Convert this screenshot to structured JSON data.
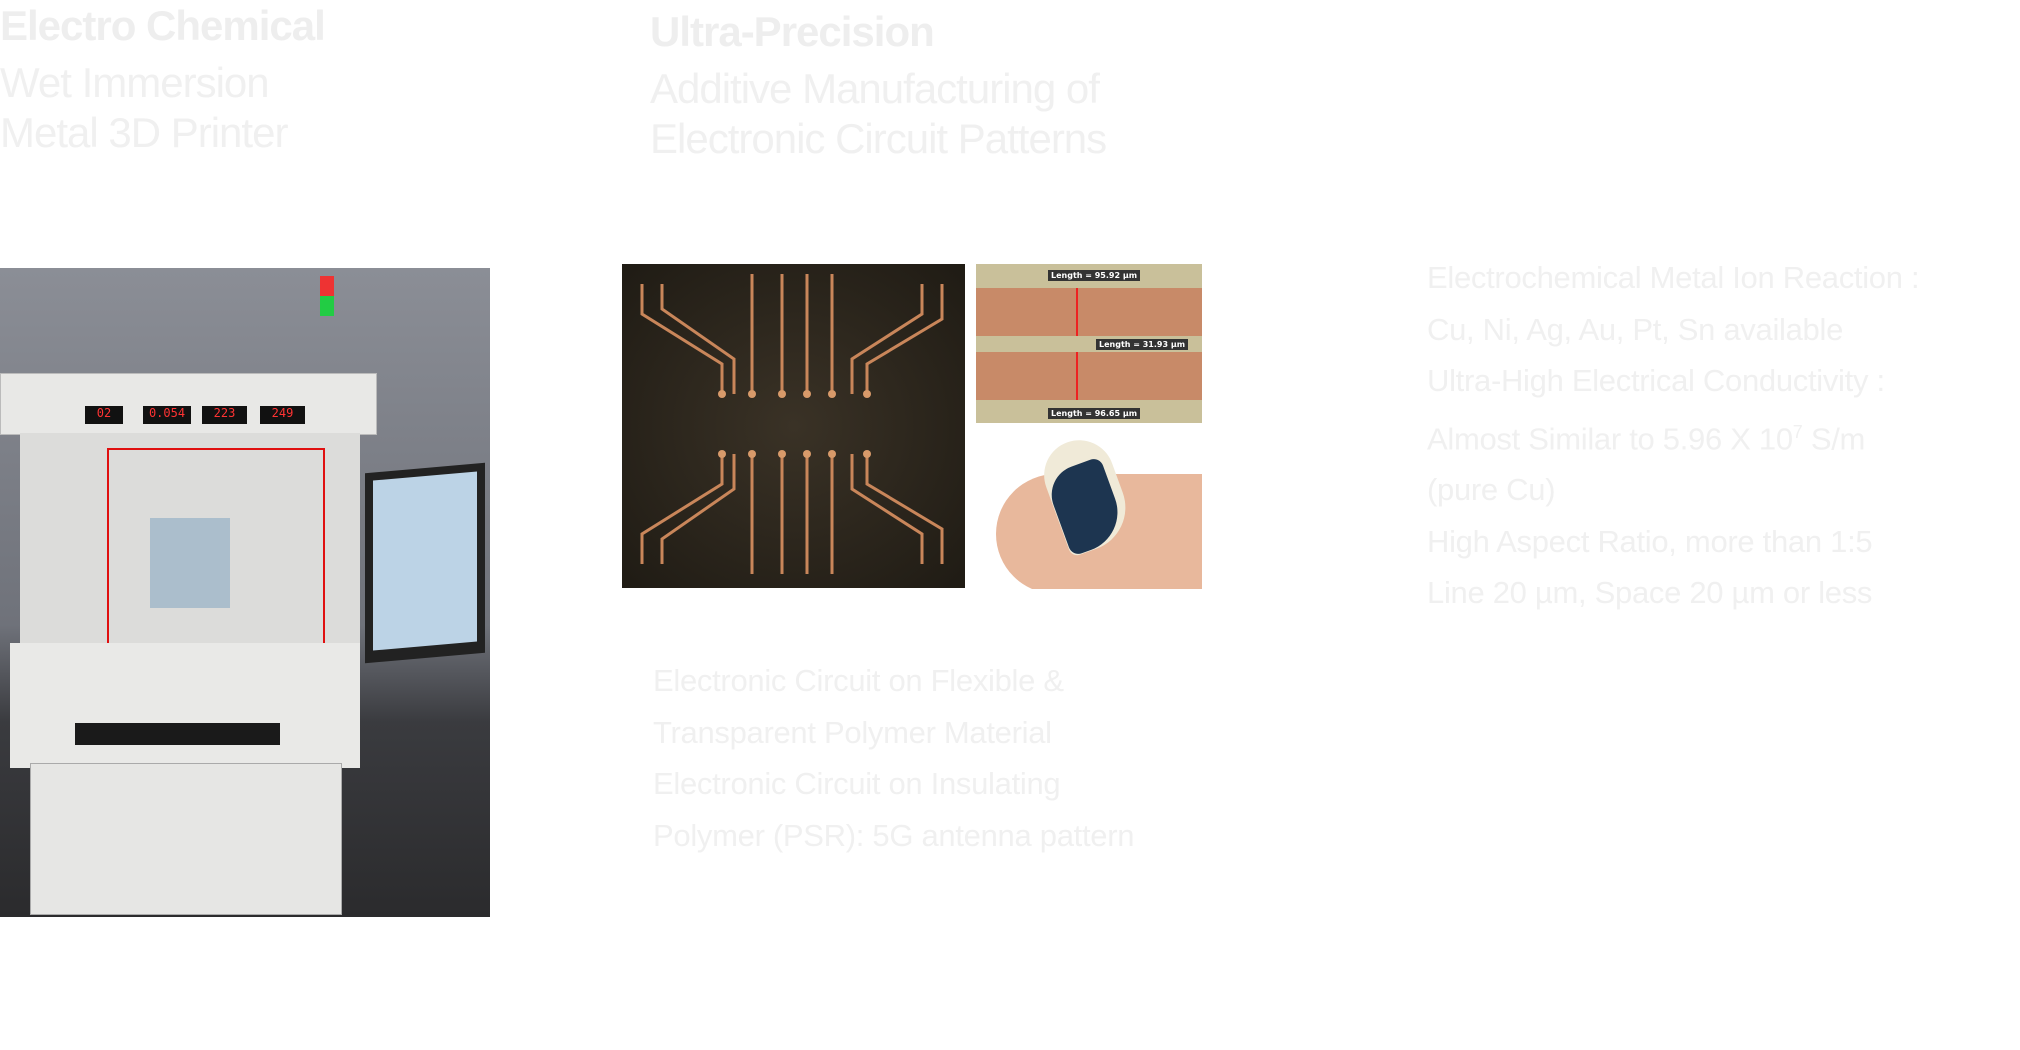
{
  "left": {
    "heading": "Electro Chemical",
    "subtitle": [
      "Wet Immersion",
      "Metal 3D Printer"
    ]
  },
  "middle": {
    "heading": "Ultra-Precision",
    "subtitle": [
      "Additive Manufacturing of",
      "Electronic Circuit Patterns"
    ],
    "captions": [
      "Electronic Circuit on Flexible &",
      "Transparent Polymer Material",
      "Electronic Circuit on Insulating",
      "Polymer (PSR): 5G antenna pattern"
    ],
    "measurements": [
      "Length = 95.92 µm",
      "Length = 31.93 µm",
      "Length = 96.65 µm"
    ]
  },
  "right": {
    "lines": [
      "Electrochemical Metal Ion Reaction :",
      "Cu, Ni, Ag, Au, Pt, Sn available",
      "Ultra-High Electrical Conductivity :"
    ],
    "conductivity_prefix": "Almost Similar to 5.96 X 10",
    "conductivity_exp": "7",
    "conductivity_unit": " S/m",
    "lines2": [
      "(pure Cu)",
      "High Aspect Ratio, more than 1:5",
      "Line 20 µm, Space 20 µm or less"
    ]
  },
  "printer_displays": [
    "02",
    "0.054",
    "223",
    "249"
  ]
}
